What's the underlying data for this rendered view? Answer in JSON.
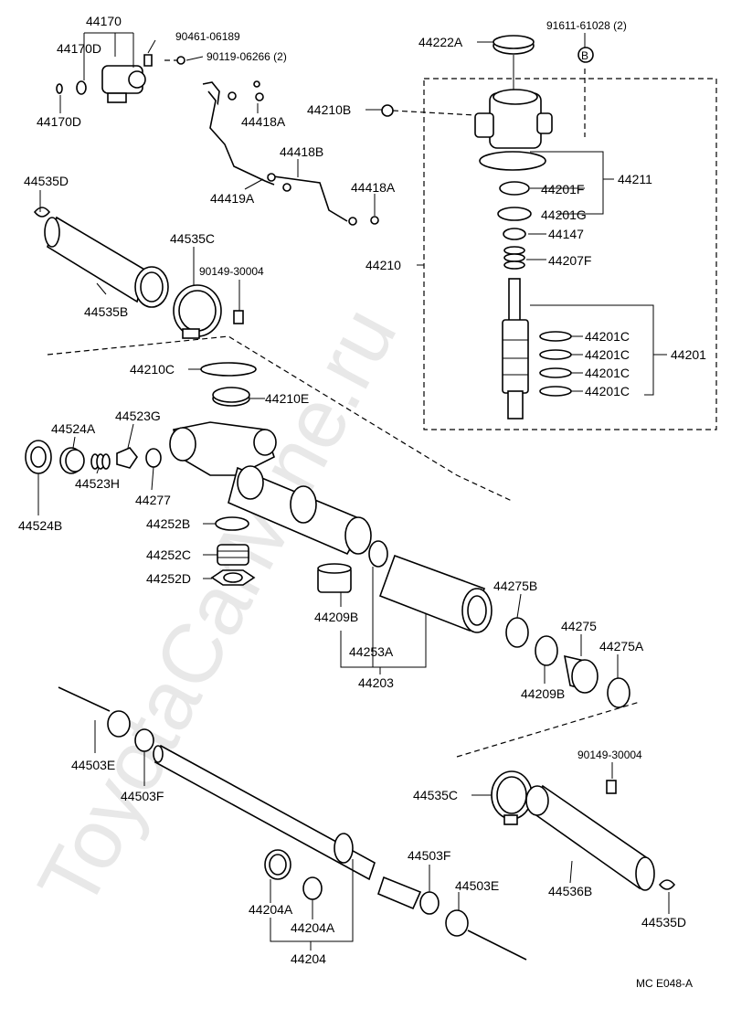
{
  "watermark": "ToyotaCarMine.ru",
  "footer_code": "MC  E048-A",
  "labels": {
    "p44170": "44170",
    "p44170D_a": "44170D",
    "p44170D_b": "44170D",
    "p90461": "90461-06189",
    "p90119": "90119-06266 (2)",
    "p44418A_a": "44418A",
    "p44418B": "44418B",
    "p44419A": "44419A",
    "p44418A_b": "44418A",
    "p44222A": "44222A",
    "p91611": "91611-61028 (2)",
    "pB": "B",
    "p44210B": "44210B",
    "p44211": "44211",
    "p44201F": "44201F",
    "p44201G": "44201G",
    "p44147": "44147",
    "p44207F": "44207F",
    "p44210": "44210",
    "p44201C_1": "44201C",
    "p44201C_2": "44201C",
    "p44201C_3": "44201C",
    "p44201C_4": "44201C",
    "p44201": "44201",
    "p44535D_a": "44535D",
    "p44535C_a": "44535C",
    "p44535B": "44535B",
    "p90149_a": "90149-30004",
    "p44210C": "44210C",
    "p44210E": "44210E",
    "p44523G": "44523G",
    "p44524A": "44524A",
    "p44523H": "44523H",
    "p44277": "44277",
    "p44524B": "44524B",
    "p44252B": "44252B",
    "p44252C": "44252C",
    "p44252D": "44252D",
    "p44209B_a": "44209B",
    "p44253A": "44253A",
    "p44203": "44203",
    "p44275B": "44275B",
    "p44275": "44275",
    "p44275A": "44275A",
    "p44209B_b": "44209B",
    "p44503E_a": "44503E",
    "p44503F_a": "44503F",
    "p90149_b": "90149-30004",
    "p44535C_b": "44535C",
    "p44503F_b": "44503F",
    "p44503E_b": "44503E",
    "p44536B": "44536B",
    "p44535D_b": "44535D",
    "p44204A_a": "44204A",
    "p44204A_b": "44204A",
    "p44204": "44204"
  }
}
